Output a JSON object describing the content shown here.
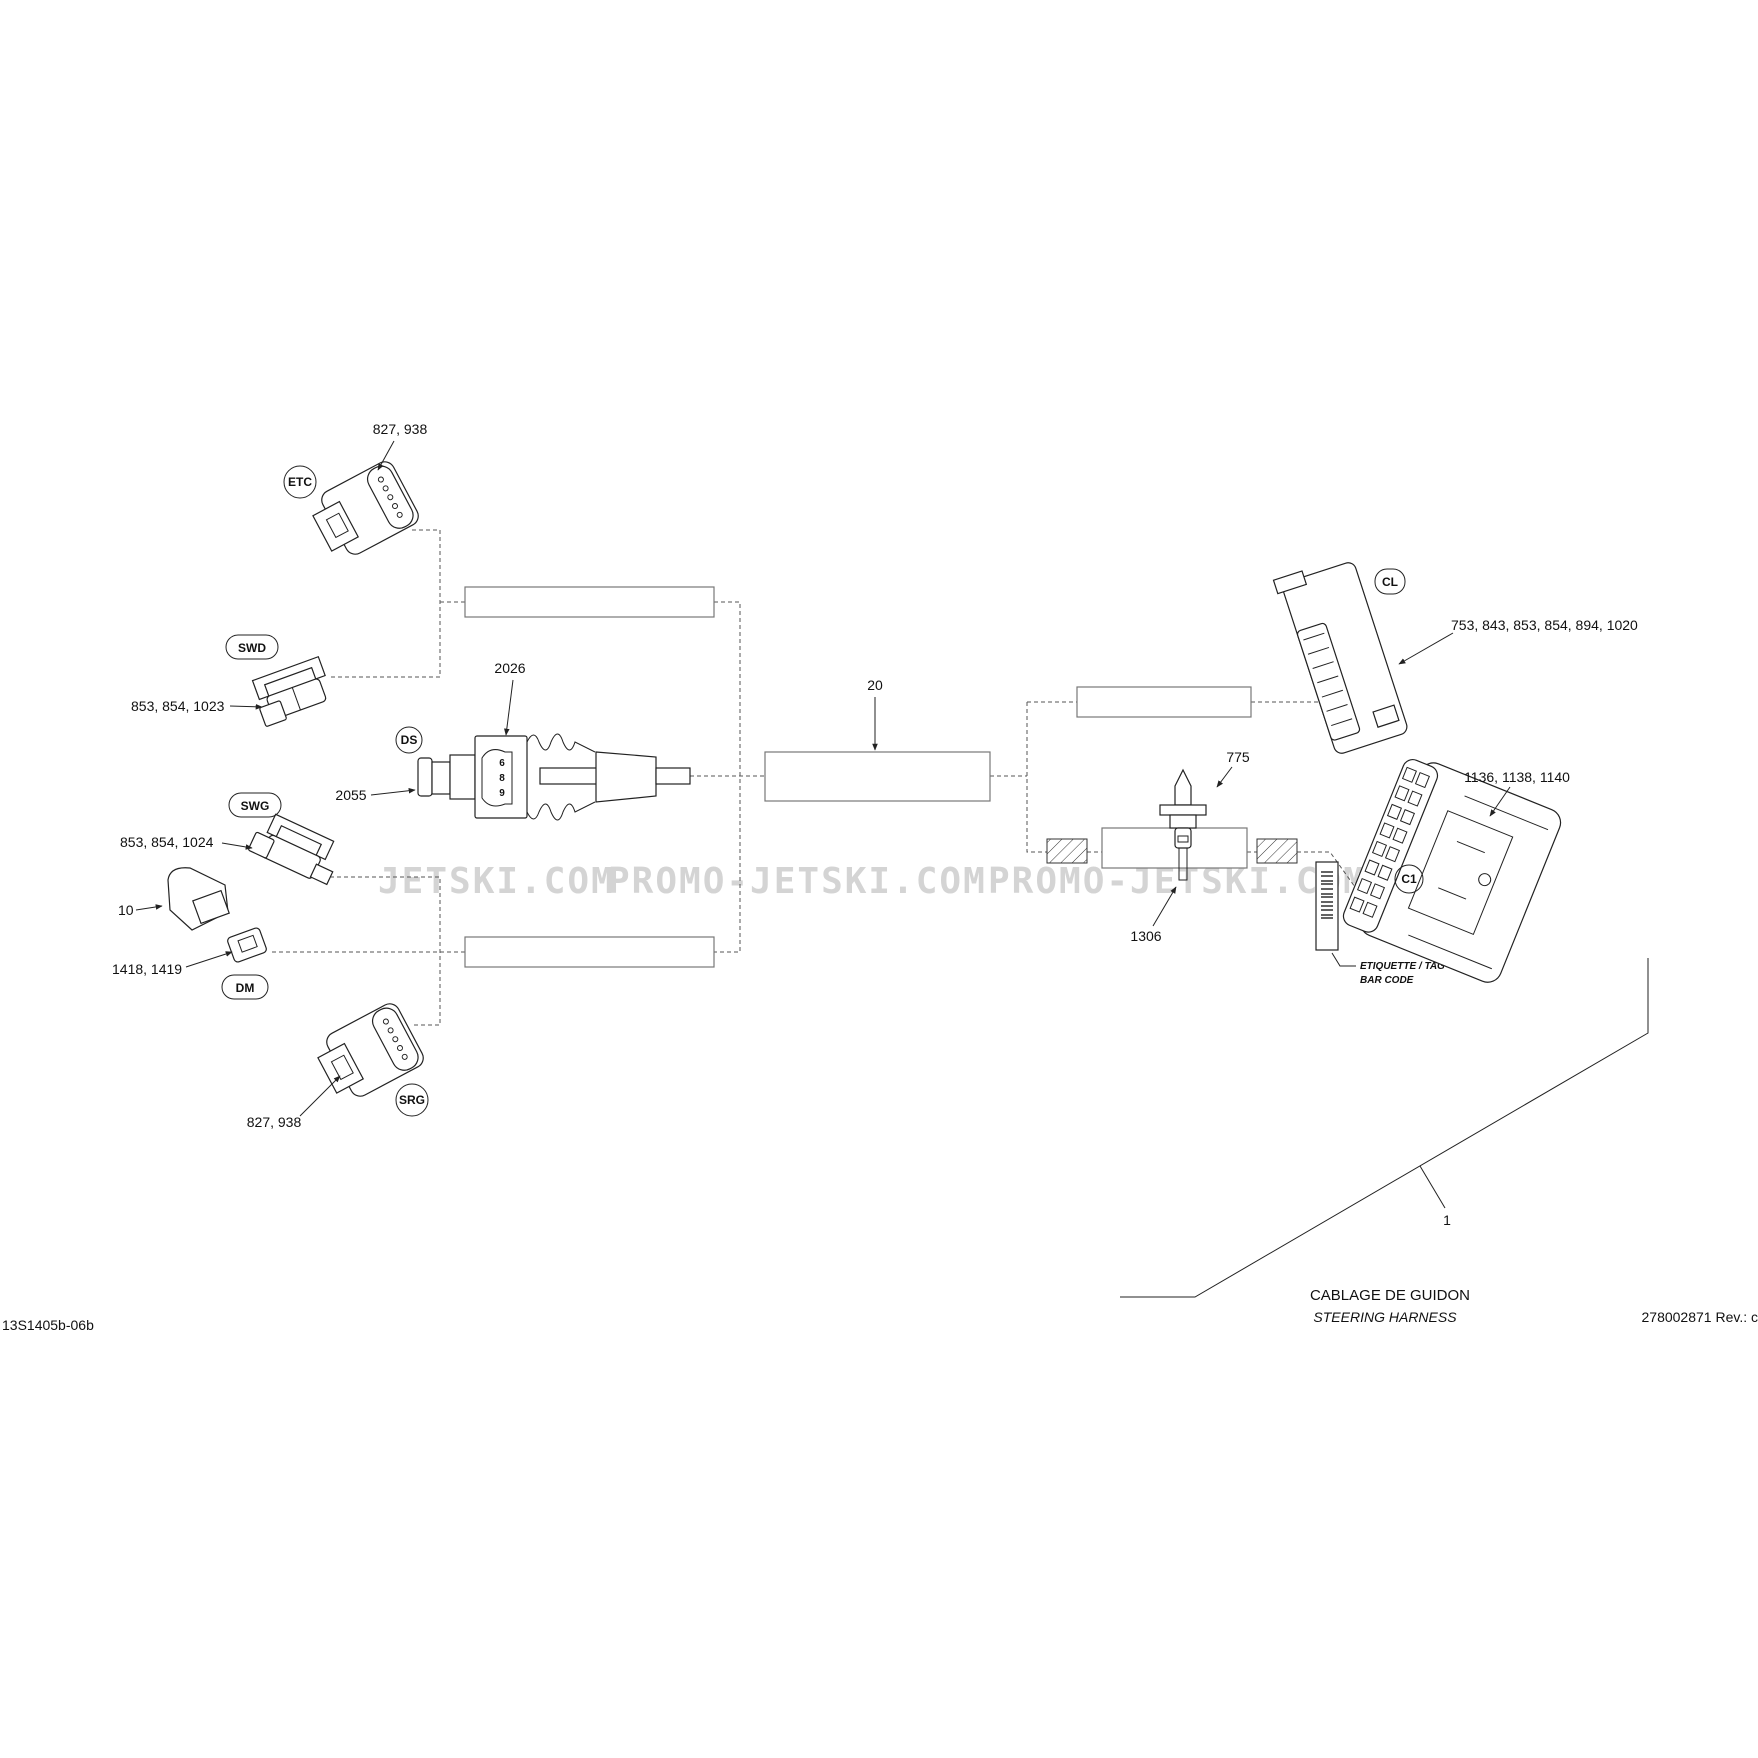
{
  "document": {
    "drawing_id": "13S1405b-06b",
    "title_fr": "CABLAGE DE GUIDON",
    "title_en": "STEERING HARNESS",
    "part_number": "278002871 Rev.: c",
    "watermark": [
      "JETSKI.COM",
      "PROMO-JETSKI.COM",
      "PROMO-JETSKI.COM"
    ]
  },
  "connectors": [
    {
      "code": "ETC",
      "parts": "827, 938"
    },
    {
      "code": "SWD",
      "parts": "853, 854, 1023"
    },
    {
      "code": "DS",
      "parts": "2026",
      "sub_parts": "2055",
      "pins": [
        "6",
        "8",
        "9"
      ]
    },
    {
      "code": "SWG",
      "parts": "853, 854, 1024"
    },
    {
      "code": "DM",
      "parts": "1418, 1419",
      "extra_part": "10"
    },
    {
      "code": "SRG",
      "parts": "827, 938"
    },
    {
      "code": "CL",
      "parts": "753, 843, 853, 854, 894, 1020"
    },
    {
      "code": "C1",
      "parts": "1136, 1138, 1140"
    }
  ],
  "callouts": {
    "harness_main": "20",
    "clip": "775",
    "clip_base": "1306",
    "harness_assembly": "1"
  },
  "label_tag": {
    "line1": "ETIQUETTE / TAG",
    "line2": "BAR CODE"
  }
}
